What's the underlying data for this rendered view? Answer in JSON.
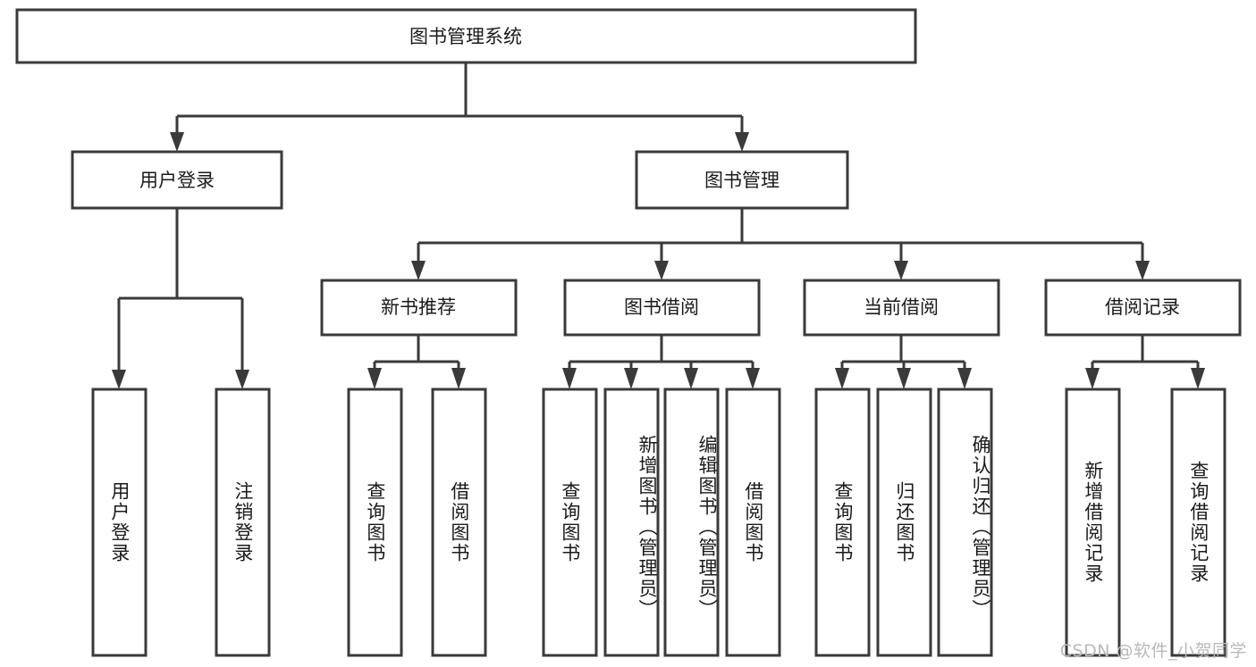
{
  "diagram": {
    "type": "tree-hierarchy",
    "title": "图书管理系统",
    "root": {
      "id": "root",
      "label": "图书管理系统"
    },
    "level2": [
      {
        "id": "user-login",
        "label": "用户登录"
      },
      {
        "id": "book-manage",
        "label": "图书管理"
      }
    ],
    "level3": [
      {
        "id": "new-book-rec",
        "label": "新书推荐",
        "parent": "book-manage"
      },
      {
        "id": "book-borrow",
        "label": "图书借阅",
        "parent": "book-manage"
      },
      {
        "id": "current-borrow",
        "label": "当前借阅",
        "parent": "book-manage"
      },
      {
        "id": "borrow-record",
        "label": "借阅记录",
        "parent": "book-manage"
      }
    ],
    "leaves": {
      "user-login": [
        {
          "id": "leaf-user-login",
          "label": "用户登录"
        },
        {
          "id": "leaf-user-logout",
          "label": "注销登录"
        }
      ],
      "new-book-rec": [
        {
          "id": "leaf-query-book-1",
          "label": "查询图书"
        },
        {
          "id": "leaf-borrow-book-1",
          "label": "借阅图书"
        }
      ],
      "book-borrow": [
        {
          "id": "leaf-query-book-2",
          "label": "查询图书"
        },
        {
          "id": "leaf-add-book",
          "label": "新增图书（管理员）"
        },
        {
          "id": "leaf-edit-book",
          "label": "编辑图书（管理员）"
        },
        {
          "id": "leaf-borrow-book-2",
          "label": "借阅图书"
        }
      ],
      "current-borrow": [
        {
          "id": "leaf-query-book-3",
          "label": "查询图书"
        },
        {
          "id": "leaf-return-book",
          "label": "归还图书"
        },
        {
          "id": "leaf-confirm-return",
          "label": "确认归还（管理员）"
        }
      ],
      "borrow-record": [
        {
          "id": "leaf-add-record",
          "label": "新增借阅记录"
        },
        {
          "id": "leaf-query-record",
          "label": "查询借阅记录"
        }
      ]
    }
  },
  "watermark": {
    "text": "CSDN @软件_小贺同学"
  },
  "colors": {
    "background": "#ffffff",
    "stroke": "#3a3a3a",
    "text": "#1a1a1a",
    "watermark": "#b9b9b9"
  }
}
